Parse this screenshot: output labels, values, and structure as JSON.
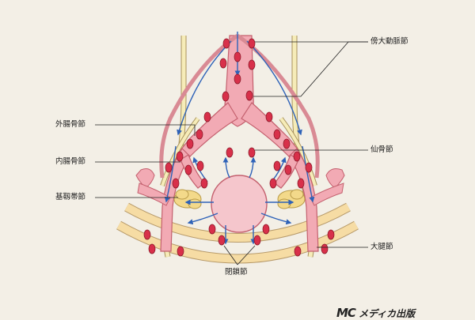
{
  "labels": {
    "para_aortic_nodes": "傍大動脈節",
    "external_iliac_nodes": "外腸骨節",
    "internal_iliac_nodes": "内腸骨節",
    "sacral_nodes": "仙骨節",
    "parametrial_nodes": "基靱帯節",
    "obturator_nodes": "閉鎖節",
    "femoral_nodes": "大腿節"
  },
  "publisher": {
    "mark": "MC",
    "name": "メディカ出版"
  },
  "colors": {
    "background": "#f3efe6",
    "vessel": "#f2aab4",
    "vessel_outline": "#c4606e",
    "node": "#d8304a",
    "ureter": "#f6ecb8",
    "arrow": "#2e62b8",
    "tube": "#f6dca4"
  }
}
